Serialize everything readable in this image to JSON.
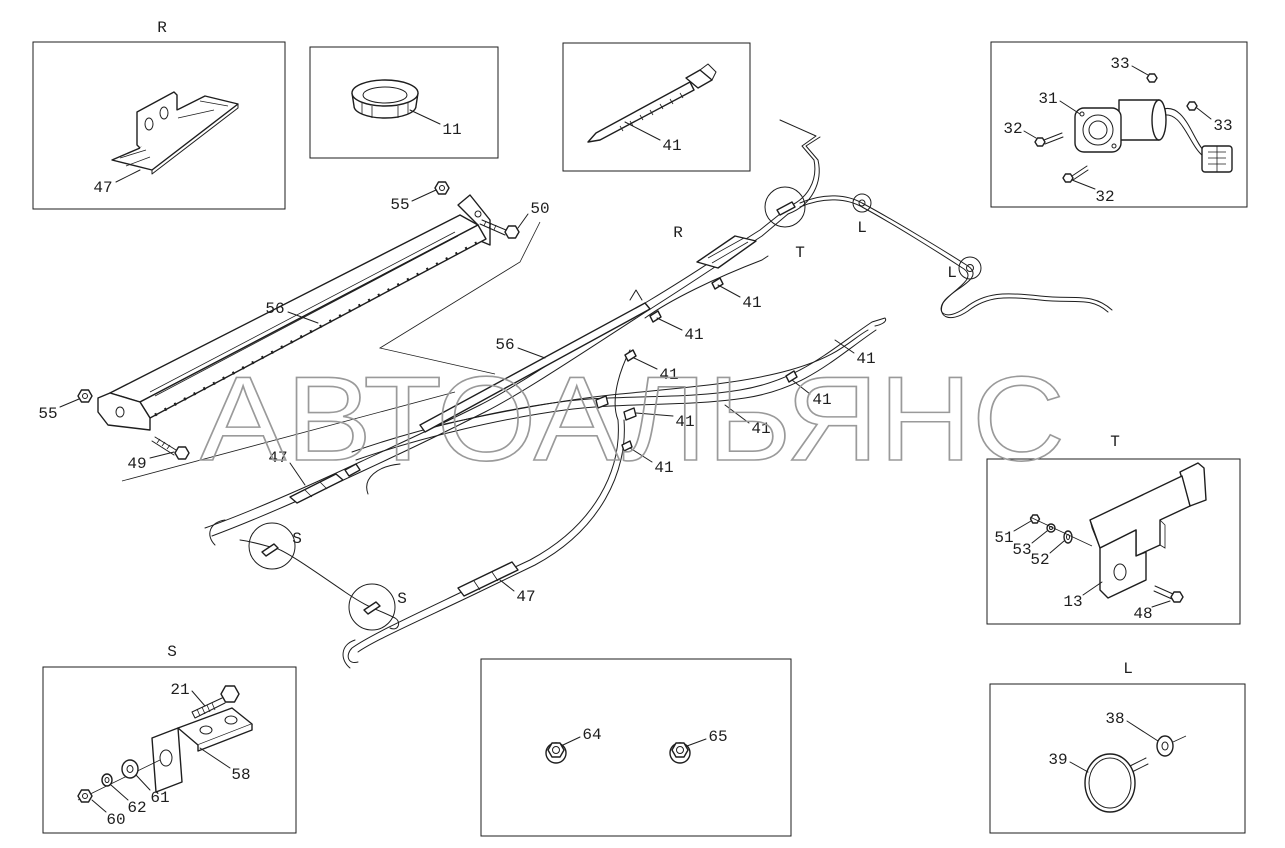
{
  "watermark": "АВТОАЛЬЯНС",
  "views": {
    "r": {
      "title": "R",
      "callouts": [
        "47"
      ]
    },
    "seal": {
      "callouts": [
        "11"
      ]
    },
    "tie": {
      "callouts": [
        "41"
      ]
    },
    "connector": {
      "callouts": [
        "33",
        "31",
        "32",
        "33",
        "32"
      ]
    },
    "t": {
      "title": "T",
      "callouts": [
        "51",
        "53",
        "52",
        "13",
        "48"
      ]
    },
    "s": {
      "title": "S",
      "callouts": [
        "21",
        "58",
        "61",
        "62",
        "60"
      ]
    },
    "nuts": {
      "callouts": [
        "64",
        "65"
      ]
    },
    "l": {
      "title": "L",
      "callouts": [
        "38",
        "39"
      ]
    }
  },
  "main": {
    "callouts": [
      "55",
      "50",
      "56",
      "56",
      "55",
      "49",
      "41",
      "41",
      "41",
      "41",
      "41",
      "41",
      "41",
      "41",
      "47",
      "47"
    ],
    "view_markers": [
      "R",
      "T",
      "L",
      "L",
      "S",
      "S"
    ]
  }
}
